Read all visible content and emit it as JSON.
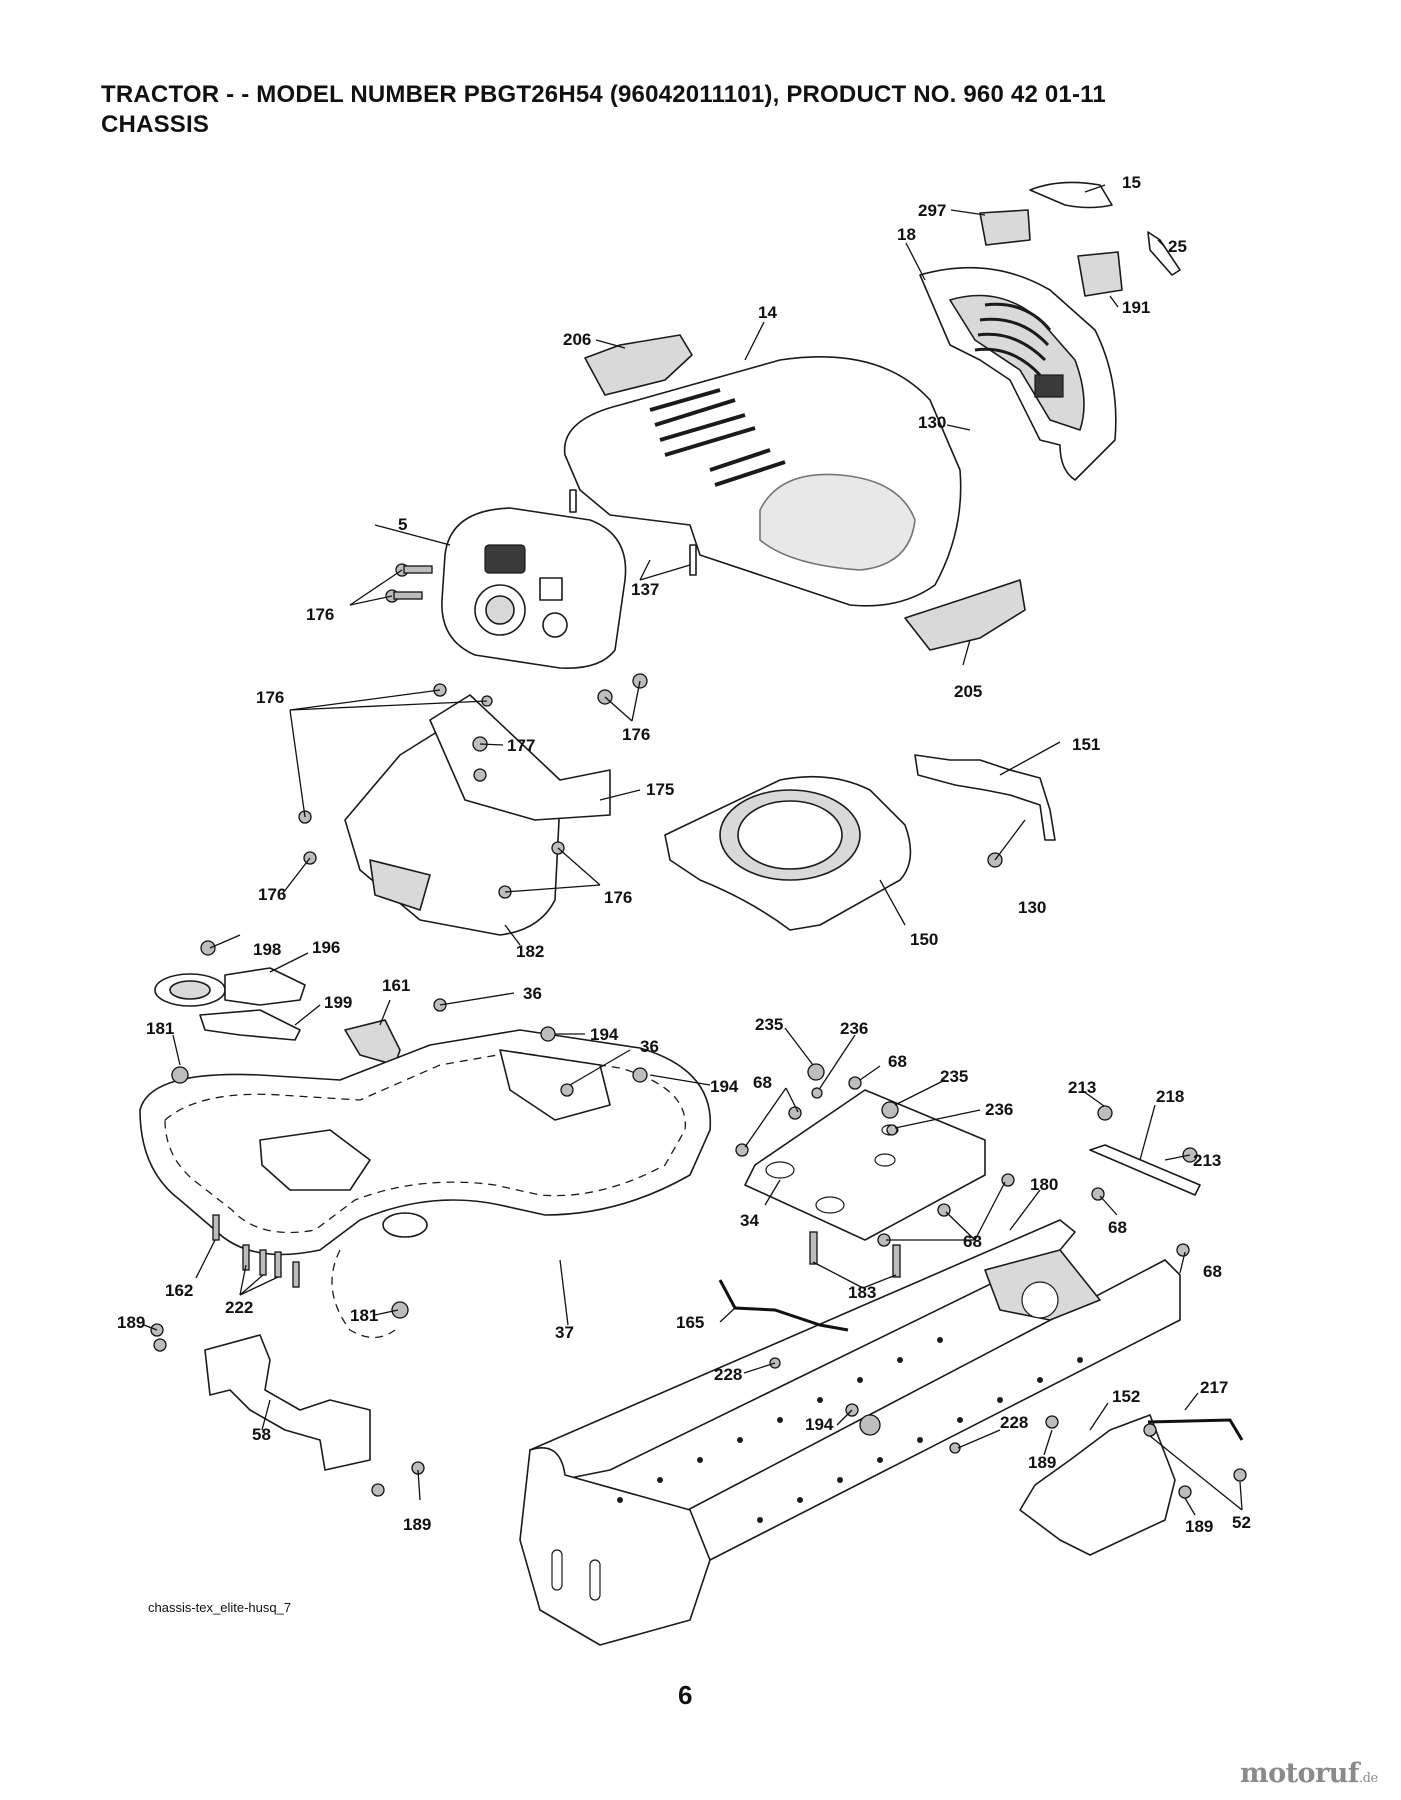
{
  "header": {
    "title": "TRACTOR - - MODEL NUMBER PBGT26H54 (96042011101), PRODUCT NO. 960 42 01-11",
    "subtitle": "CHASSIS"
  },
  "callouts": {
    "c15": "15",
    "c297": "297",
    "c18": "18",
    "c25": "25",
    "c191": "191",
    "c14": "14",
    "c206": "206",
    "c130a": "130",
    "c5": "5",
    "c176a": "176",
    "c137": "137",
    "c176b": "176",
    "c205": "205",
    "c176c": "176",
    "c177": "177",
    "c151": "151",
    "c175": "175",
    "c176d": "176",
    "c176e": "176",
    "c130b": "130",
    "c198": "198",
    "c182": "182",
    "c150": "150",
    "c196": "196",
    "c161": "161",
    "c36a": "36",
    "c181a": "181",
    "c199": "199",
    "c194a": "194",
    "c36b": "36",
    "c235a": "235",
    "c236a": "236",
    "c68a": "68",
    "c194b": "194",
    "c68b": "68",
    "c235b": "235",
    "c213a": "213",
    "c218": "218",
    "c236b": "236",
    "c213b": "213",
    "c34": "34",
    "c68c": "68",
    "c180": "180",
    "c68d": "68",
    "c162": "162",
    "c222": "222",
    "c183": "183",
    "c68e": "68",
    "c37": "37",
    "c181b": "181",
    "c189a": "189",
    "c165": "165",
    "c228a": "228",
    "c217": "217",
    "c58": "58",
    "c194c": "194",
    "c228b": "228",
    "c152": "152",
    "c189b": "189",
    "c189c": "189",
    "c189d": "189",
    "c52": "52"
  },
  "footer": {
    "drawing_id": "chassis-tex_elite-husq_7",
    "page_number": "6",
    "watermark": "motoruf",
    "watermark_tld": ".de"
  }
}
